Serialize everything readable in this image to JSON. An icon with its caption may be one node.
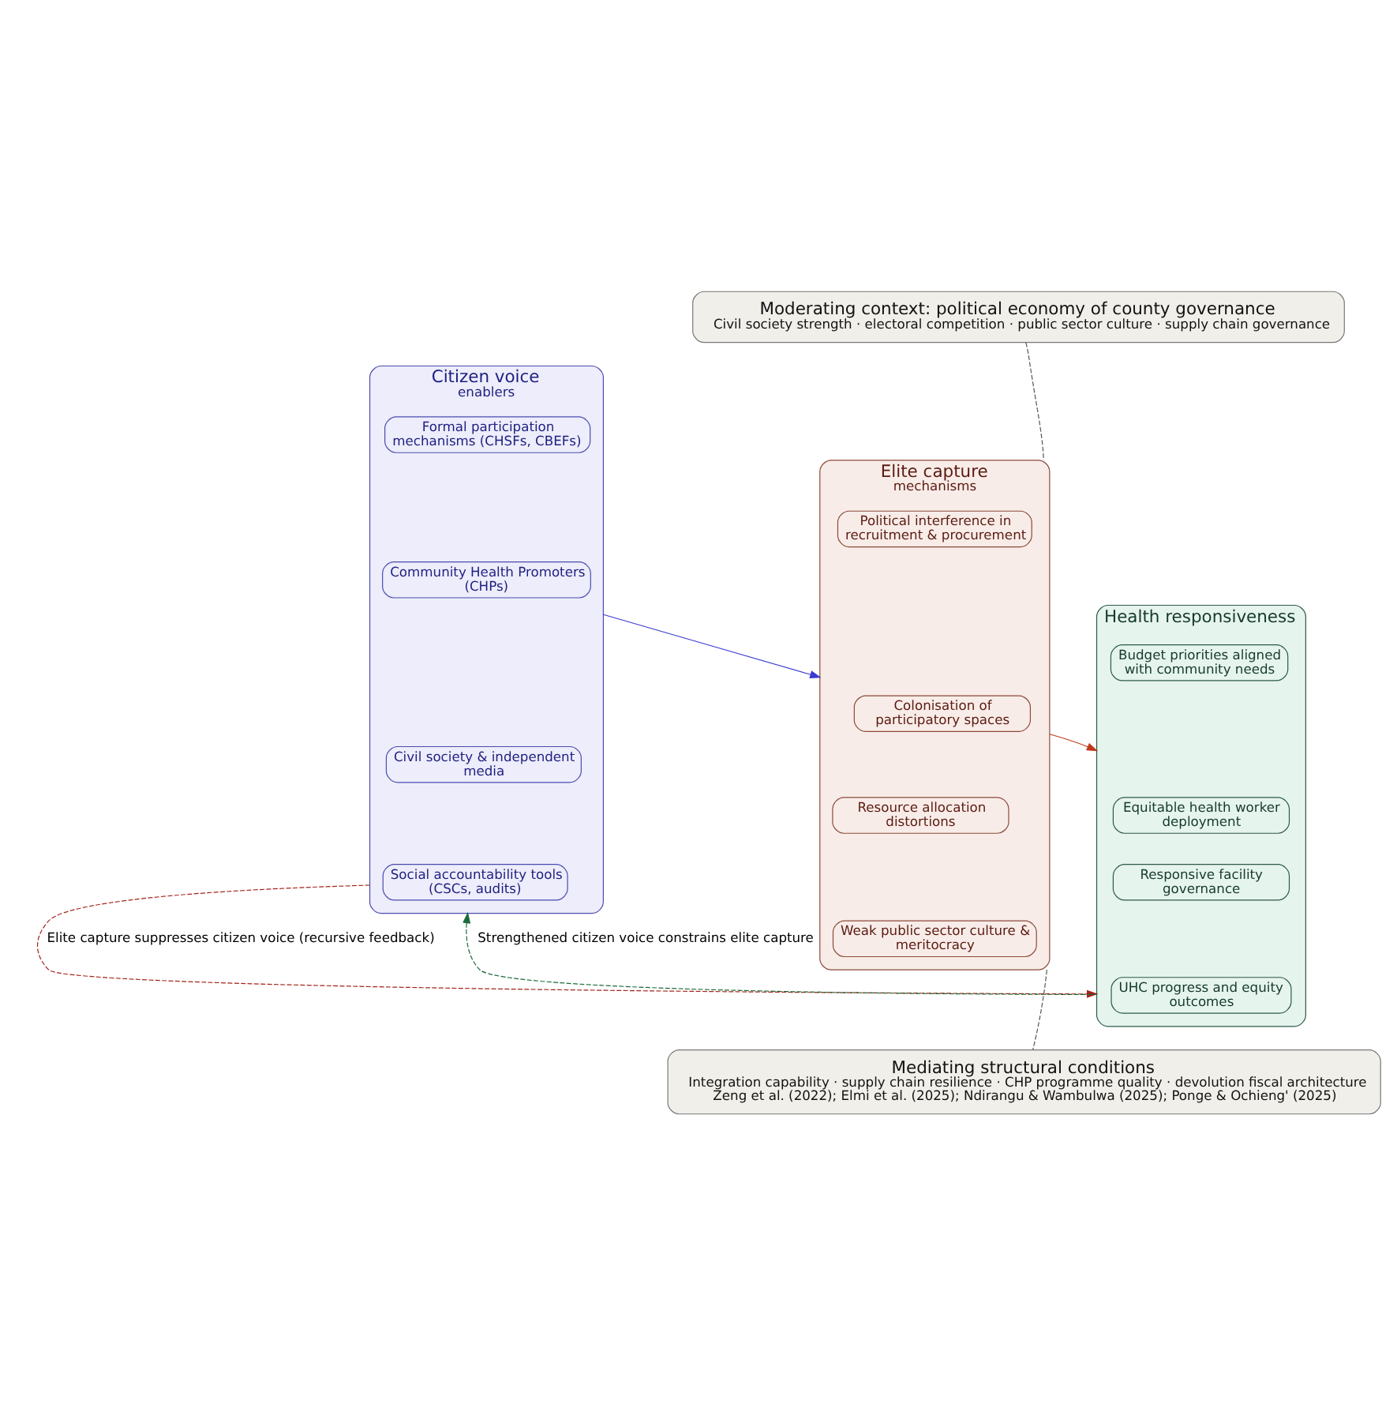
{
  "diagram": {
    "nodes": [
      {
        "text": [
          "Moderating context: political economy of county governance",
          "Civil society strength · electoral competition · public sector culture · supply chain governance"
        ]
      },
      {
        "text": [
          "Citizen voice",
          "enablers"
        ]
      },
      {
        "text": [
          "Formal participation mechanisms (CHSFs, CBEFs)"
        ],
        "in": 1
      },
      {
        "text": [
          "Community Health Promoters (CHPs)"
        ],
        "in": 1
      },
      {
        "text": [
          "Civil society & independent media"
        ],
        "in": 1
      },
      {
        "text": [
          "Social accountability tools (CSCs, audits)"
        ],
        "in": 1
      },
      {
        "text": [
          "Elite capture",
          "mechanisms"
        ]
      },
      {
        "text": [
          "Political interference in recruitment & procurement"
        ],
        "in": 6
      },
      {
        "text": [
          "Colonisation of participatory spaces"
        ],
        "in": 6
      },
      {
        "text": [
          "Resource allocation distortions"
        ],
        "in": 6
      },
      {
        "text": [
          "Weak public sector culture & meritocracy"
        ],
        "in": 6
      },
      {
        "text": [
          "Health responsiveness"
        ]
      },
      {
        "text": [
          "Budget priorities aligned with community needs"
        ],
        "in": 11
      },
      {
        "text": [
          "Equitable health worker deployment"
        ],
        "in": 11
      },
      {
        "text": [
          "Responsive facility governance"
        ],
        "in": 11
      },
      {
        "text": [
          "UHC progress and equity outcomes"
        ],
        "in": 11
      },
      {
        "text": [
          "Mediating structural conditions",
          "Integration capability · supply chain resilience · CHP programme quality · devolution fiscal architecture",
          "Zeng et al. (2022); Elmi et al. (2025); Ndirangu & Wambulwa (2025); Ponge & Ochieng' (2025)"
        ]
      }
    ],
    "edges": [
      {
        "from": 0,
        "to": 6,
        "arrow": "none",
        "style": "dashed",
        "color": "#555555"
      },
      {
        "from": 1,
        "to": 6,
        "arrow": "to",
        "color": "#3a3ad0"
      },
      {
        "from": 6,
        "to": 11,
        "arrow": "to",
        "color": "#c0391b"
      },
      {
        "from": 1,
        "to": 11,
        "arrow": "to",
        "style": "dashed",
        "color": "#a3241a",
        "label": "Elite capture suppresses citizen voice (recursive feedback)"
      },
      {
        "from": 11,
        "to": 1,
        "arrow": "to",
        "style": "dashed",
        "color": "#1d6a3a",
        "label": "Strengthened citizen voice constrains elite capture"
      },
      {
        "from": 6,
        "to": 16,
        "arrow": "none",
        "style": "dashed",
        "color": "#555555"
      }
    ]
  }
}
